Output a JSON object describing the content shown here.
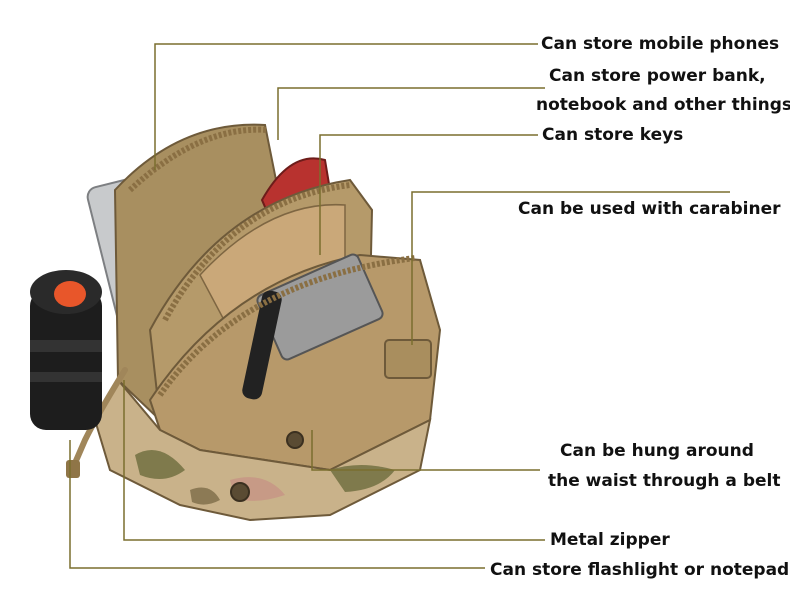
{
  "labels": {
    "phones": "Can store mobile phones",
    "power_line1": "Can store power bank,",
    "power_line2": "notebook and other things",
    "keys": "Can store keys",
    "carabiner": "Can be used with carabiner",
    "belt_line1": "Can be hung around",
    "belt_line2": "the waist through a belt",
    "zipper": "Metal zipper",
    "flashlight": "Can store flashlight or notepad"
  },
  "colors": {
    "leader_line": "#7a6e2e",
    "pouch_tan": "#b59a6a",
    "pouch_dark": "#6e5a3a",
    "zipper": "#8a6f43",
    "camo_light": "#c9b28a",
    "camo_green": "#7f7a4c",
    "camo_pink": "#c79a86",
    "flashlight": "#1d1d1d",
    "button": "#e8562a"
  }
}
